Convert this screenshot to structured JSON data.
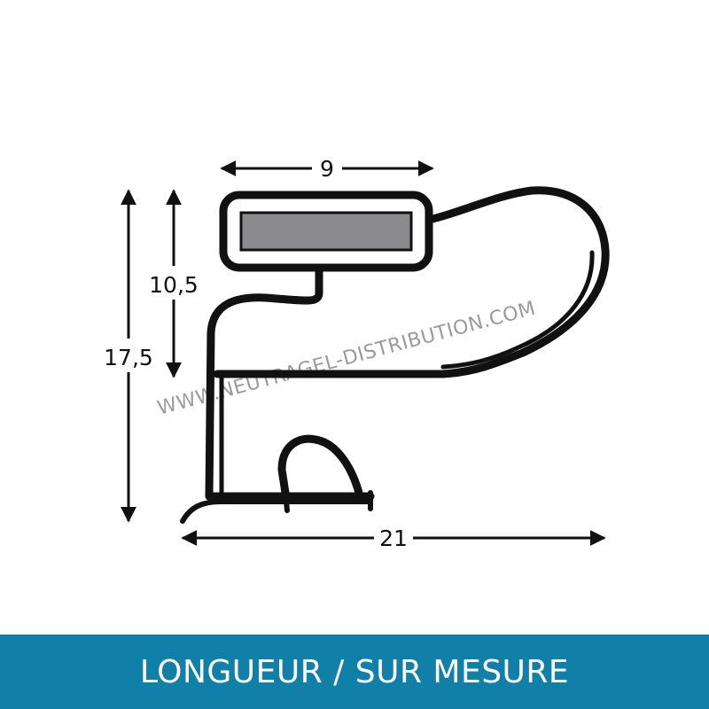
{
  "dimensions": {
    "top_width": "9",
    "inner_height": "10,5",
    "total_height": "17,5",
    "bottom_width": "21"
  },
  "watermark": "WWW.NEUTRAGEL-DISTRIBUTION.COM",
  "footer": {
    "label": "LONGUEUR / SUR MESURE"
  },
  "colors": {
    "banner": "#1180a8",
    "profile": "#111111",
    "magnet": "#8c8c8f"
  }
}
